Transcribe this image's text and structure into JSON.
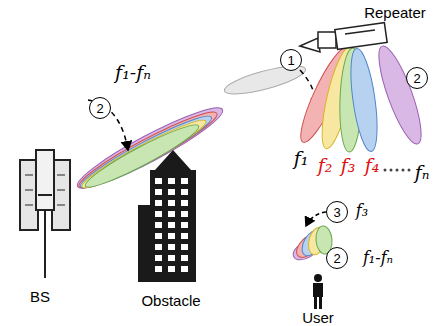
{
  "diagram": {
    "labels": [
      "Repeater",
      "1",
      "2",
      "2",
      "3",
      "2",
      "f₁-fₙ",
      "f₁",
      "f₂",
      "f₃",
      "f₄",
      "fₙ",
      "f₃",
      "f₁-fₙ",
      "BS",
      "Obstacle",
      "User"
    ]
  }
}
